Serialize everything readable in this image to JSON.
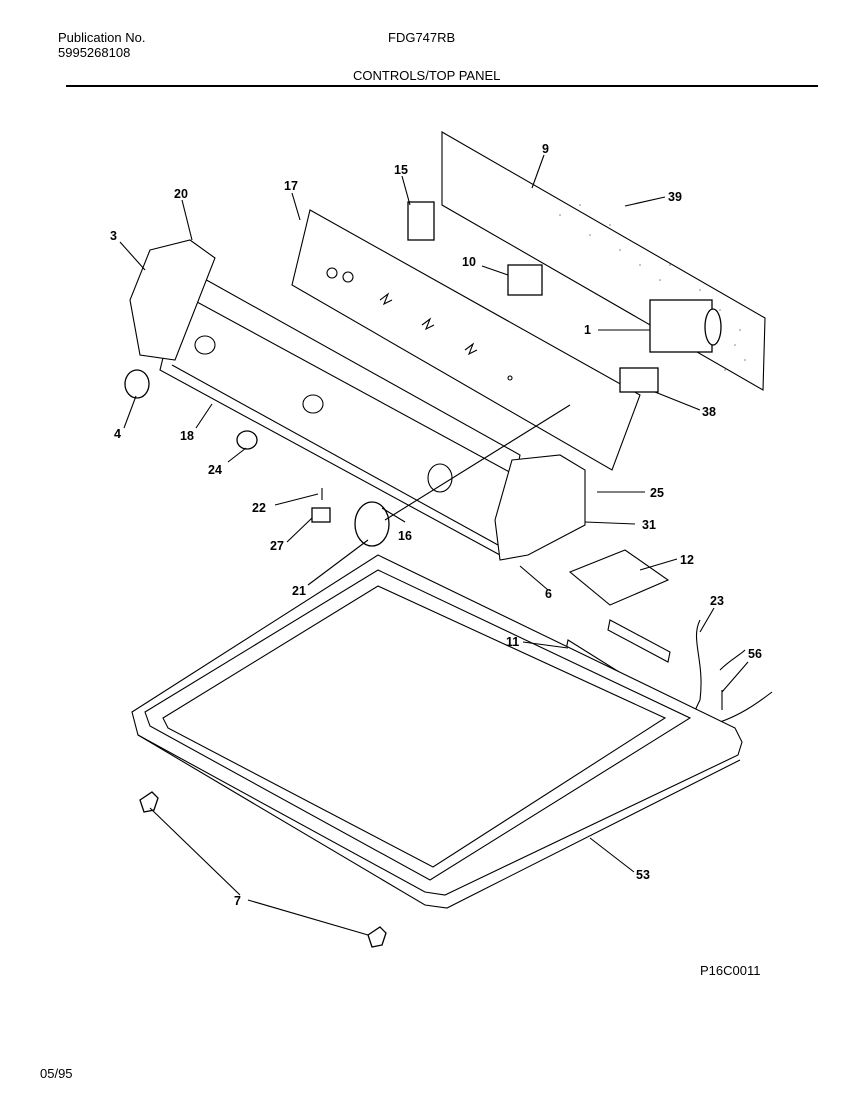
{
  "header": {
    "pub_label": "Publication No.",
    "pub_number": "5995268108",
    "model": "FDG747RB",
    "section_title": "CONTROLS/TOP PANEL"
  },
  "figure_code": "P16C0011",
  "date": "05/95",
  "callouts": [
    "9",
    "39",
    "20",
    "17",
    "15",
    "3",
    "10",
    "1",
    "38",
    "4",
    "18",
    "24",
    "25",
    "22",
    "16",
    "31",
    "27",
    "12",
    "21",
    "6",
    "23",
    "11",
    "56",
    "53",
    "7"
  ]
}
